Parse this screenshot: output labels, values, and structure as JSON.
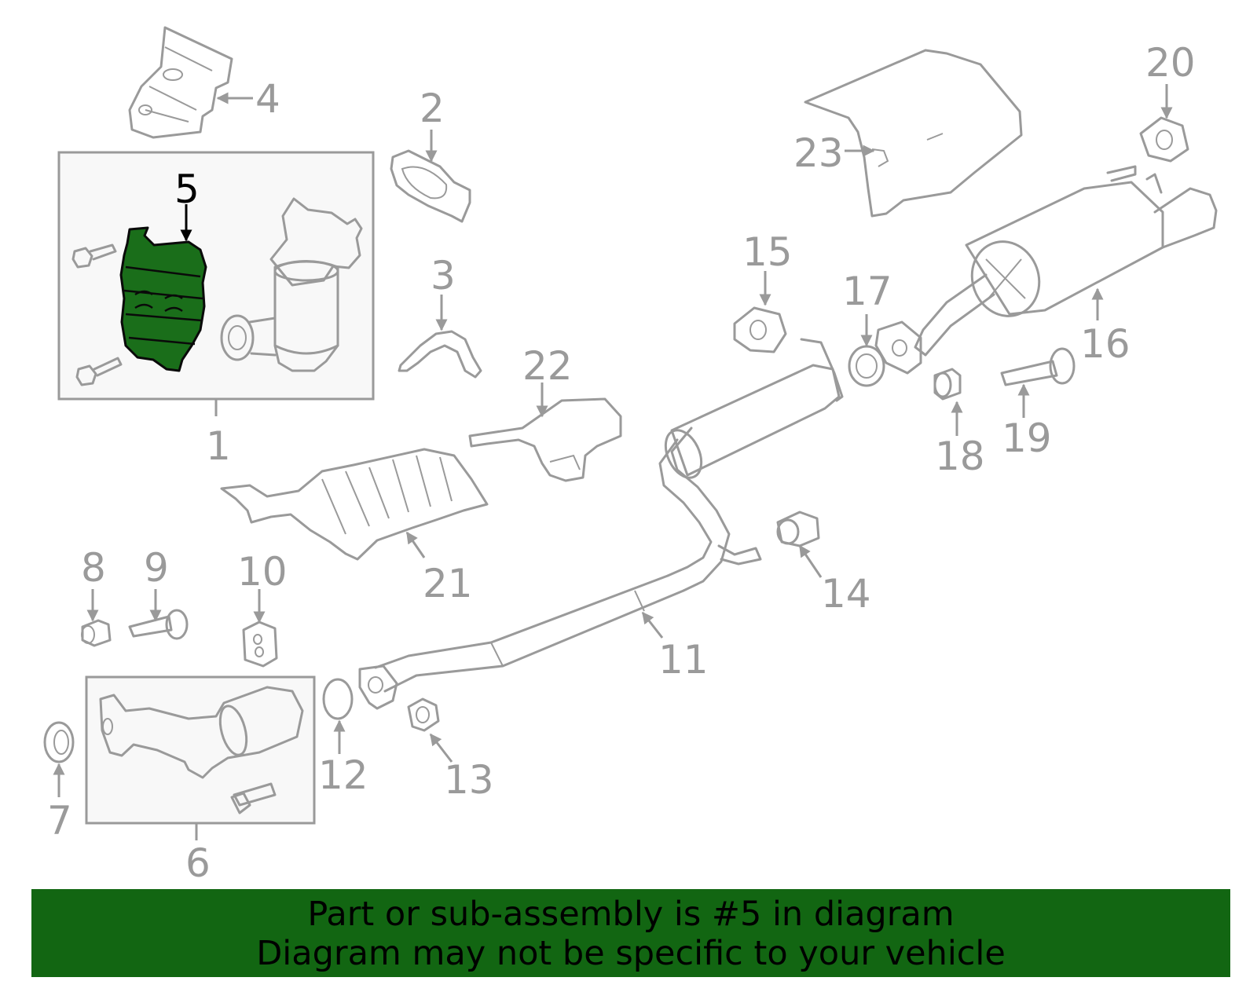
{
  "diagram": {
    "highlighted_callout": "5",
    "callouts": [
      "1",
      "2",
      "3",
      "4",
      "5",
      "6",
      "7",
      "8",
      "9",
      "10",
      "11",
      "12",
      "13",
      "14",
      "15",
      "16",
      "17",
      "18",
      "19",
      "20",
      "21",
      "22",
      "23"
    ],
    "colors": {
      "part_line": "#9a9a9a",
      "highlight_fill": "#1a6e1a",
      "banner_bg": "#126612",
      "banner_text": "#000000"
    }
  },
  "banner": {
    "line1": "Part or sub-assembly is #5 in diagram",
    "line2": "Diagram may not be specific to your vehicle"
  }
}
